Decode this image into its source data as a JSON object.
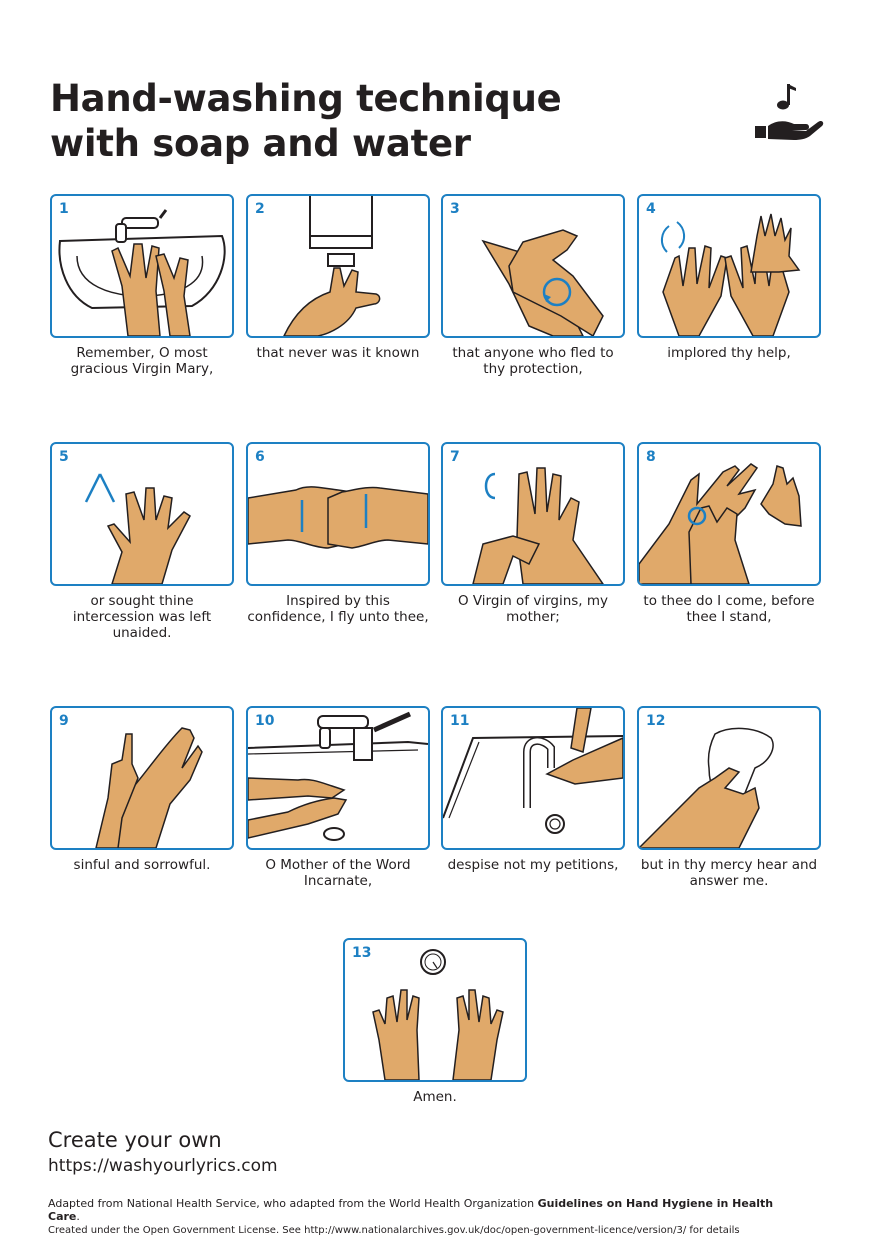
{
  "title": {
    "line1": "Hand-washing technique",
    "line2": "with soap and water"
  },
  "logo": {
    "icon": "hand-with-music-note-icon"
  },
  "colors": {
    "accent": "#1d80c3",
    "skin": "#e0a96a",
    "text": "#231f20"
  },
  "steps": [
    {
      "number": "1",
      "caption": "Remember, O most gracious Virgin Mary,",
      "icon": "wet-hands-under-tap-icon"
    },
    {
      "number": "2",
      "caption": "that never was it known",
      "icon": "soap-dispenser-icon"
    },
    {
      "number": "3",
      "caption": "that anyone who fled to thy protection,",
      "icon": "rub-palms-icon"
    },
    {
      "number": "4",
      "caption": "implored thy help,",
      "icon": "back-of-hands-icon"
    },
    {
      "number": "5",
      "caption": "or sought thine intercession was left unaided.",
      "icon": "interlaced-fingers-icon"
    },
    {
      "number": "6",
      "caption": "Inspired by this confidence, I fly unto thee,",
      "icon": "interlocked-fingers-icon"
    },
    {
      "number": "7",
      "caption": "O Virgin of virgins, my mother;",
      "icon": "rotate-thumb-icon"
    },
    {
      "number": "8",
      "caption": "to thee do I come, before thee I stand,",
      "icon": "fingertips-rub-icon"
    },
    {
      "number": "9",
      "caption": "sinful and sorrowful.",
      "icon": "rub-wrist-icon"
    },
    {
      "number": "10",
      "caption": "O Mother of the Word Incarnate,",
      "icon": "rinse-hands-icon"
    },
    {
      "number": "11",
      "caption": "despise not my petitions,",
      "icon": "turn-off-tap-icon"
    },
    {
      "number": "12",
      "caption": "but in thy mercy hear and answer me.",
      "icon": "dry-hands-towel-icon"
    },
    {
      "number": "13",
      "caption": "Amen.",
      "icon": "clean-hands-icon"
    }
  ],
  "footer": {
    "create": "Create your own",
    "url": "https://washyourlyrics.com",
    "credit_prefix": "Adapted from National Health Service, who adapted from the World Health Organization ",
    "credit_bold": "Guidelines on Hand Hygiene in Health Care",
    "credit_suffix": ".",
    "license": "Created under the Open Government License. See http://www.nationalarchives.gov.uk/doc/open-government-licence/version/3/ for details"
  }
}
